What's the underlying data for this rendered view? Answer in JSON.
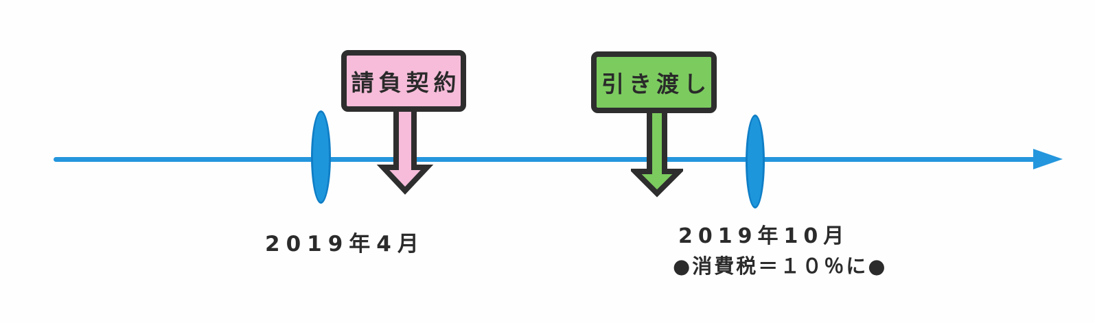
{
  "diagram": {
    "type": "timeline",
    "colors": {
      "timeline_blue": "#2496dd",
      "outline_black": "#2e2e2e",
      "contract_pink": "#f6bcd9",
      "handover_green": "#7ccb5f"
    },
    "events": [
      {
        "label": "請負契約",
        "date": "2019年4月",
        "box_color": "#f6bcd9"
      },
      {
        "label": "引き渡し",
        "date": "2019年10月",
        "note": "●消費税＝１０％に●",
        "box_color": "#7ccb5f"
      }
    ]
  }
}
